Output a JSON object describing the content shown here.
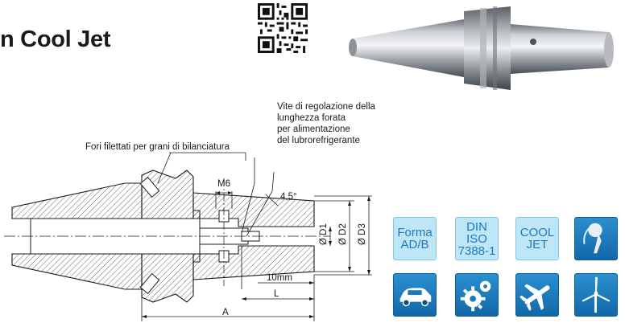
{
  "title": "n Cool Jet",
  "annotations": {
    "fori": "Fori filettati per grani di bilanciatura",
    "vite_line1": "Vite di regolazione della",
    "vite_line2": "lunghezza forata",
    "vite_line3": "per alimentazione",
    "vite_line4": "del lubrorefrigerante"
  },
  "dimensions": {
    "m6": "M6",
    "angle": "4,5°",
    "d1": "Ø D1",
    "d2": "Ø D2",
    "d3": "Ø D3",
    "ten_mm": "10mm",
    "l": "L",
    "a": "A"
  },
  "badges": {
    "forma": [
      "Forma",
      "AD/B"
    ],
    "din": [
      "DIN",
      "ISO",
      "7388-1"
    ],
    "cool": [
      "COOL",
      "JET"
    ],
    "icons": [
      "hip-implant-icon",
      "car-icon",
      "gear-icon",
      "airplane-icon",
      "wind-turbine-icon"
    ]
  },
  "colors": {
    "badge_light_bg": "#bfe6f7",
    "badge_text": "#1b78bf",
    "badge_dark_bg": "#1a78bd"
  }
}
